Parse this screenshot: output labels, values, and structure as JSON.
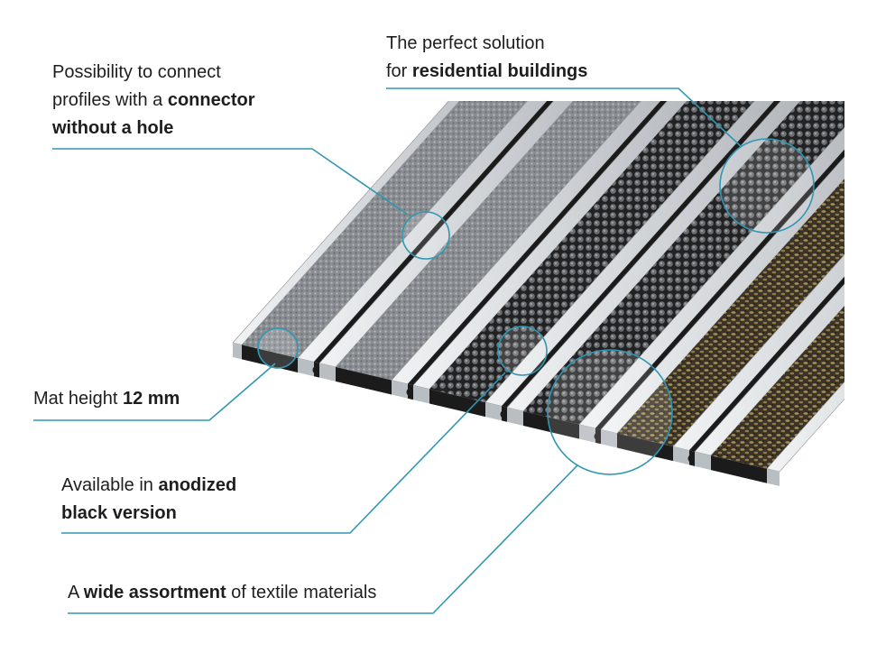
{
  "colors": {
    "leader_line": "#2f97b3",
    "aluminium_light": "#e2e5e7",
    "aluminium_mid": "#b9bec2",
    "aluminium_dark": "#8d9297",
    "textile_grey": "#7f8387",
    "rubber_black": "#1b1b1b",
    "coir_brown": "#4d4330",
    "coir_gold": "#a58d56"
  },
  "callouts": {
    "residential": {
      "line1": "The perfect solution",
      "line2_prefix": "for ",
      "line2_bold": "residential buildings"
    },
    "connector": {
      "line1": "Possibility to connect",
      "line2_prefix": "profiles with a ",
      "line2_bold": "connector",
      "line3_bold": "without a hole"
    },
    "height": {
      "prefix": "Mat height ",
      "bold": "12 mm"
    },
    "anodized": {
      "line1_prefix": "Available in ",
      "line1_bold": "anodized",
      "line2_bold": "black version"
    },
    "assortment": {
      "prefix": "A ",
      "bold": "wide assortment",
      "suffix": " of textile materials"
    }
  }
}
